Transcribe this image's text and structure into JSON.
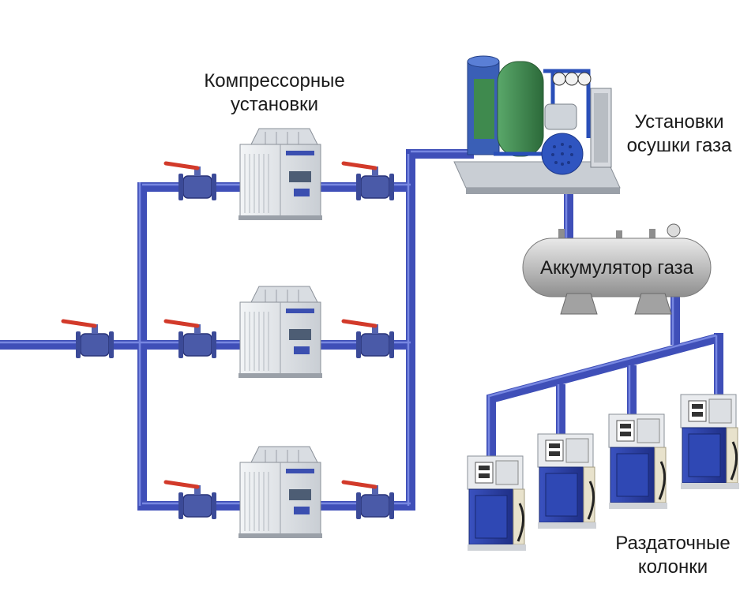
{
  "labels": {
    "compressors": [
      "Компрессорные",
      "установки"
    ],
    "dryers": [
      "Установки",
      "осушки газа"
    ],
    "accumulator": "Аккумулятор газа",
    "dispensers": [
      "Раздаточные",
      "колонки"
    ]
  },
  "colors": {
    "pipe": "#3f4fb8",
    "pipe_highlight": "#6f7fe0",
    "valve_body": "#4a5aa8",
    "valve_handle": "#d23a2a",
    "compressor_body": "#e4e8ec",
    "tank_body": "#b9b9b9",
    "dryer_green": "#3f8a4e",
    "dispenser_blue": "#2a3fa0"
  },
  "icons": {
    "valve": "ball-valve-icon",
    "compressor": "compressor-unit-icon",
    "dryer": "gas-dryer-unit-icon",
    "accumulator": "gas-tank-icon",
    "dispenser": "fuel-dispenser-icon"
  }
}
